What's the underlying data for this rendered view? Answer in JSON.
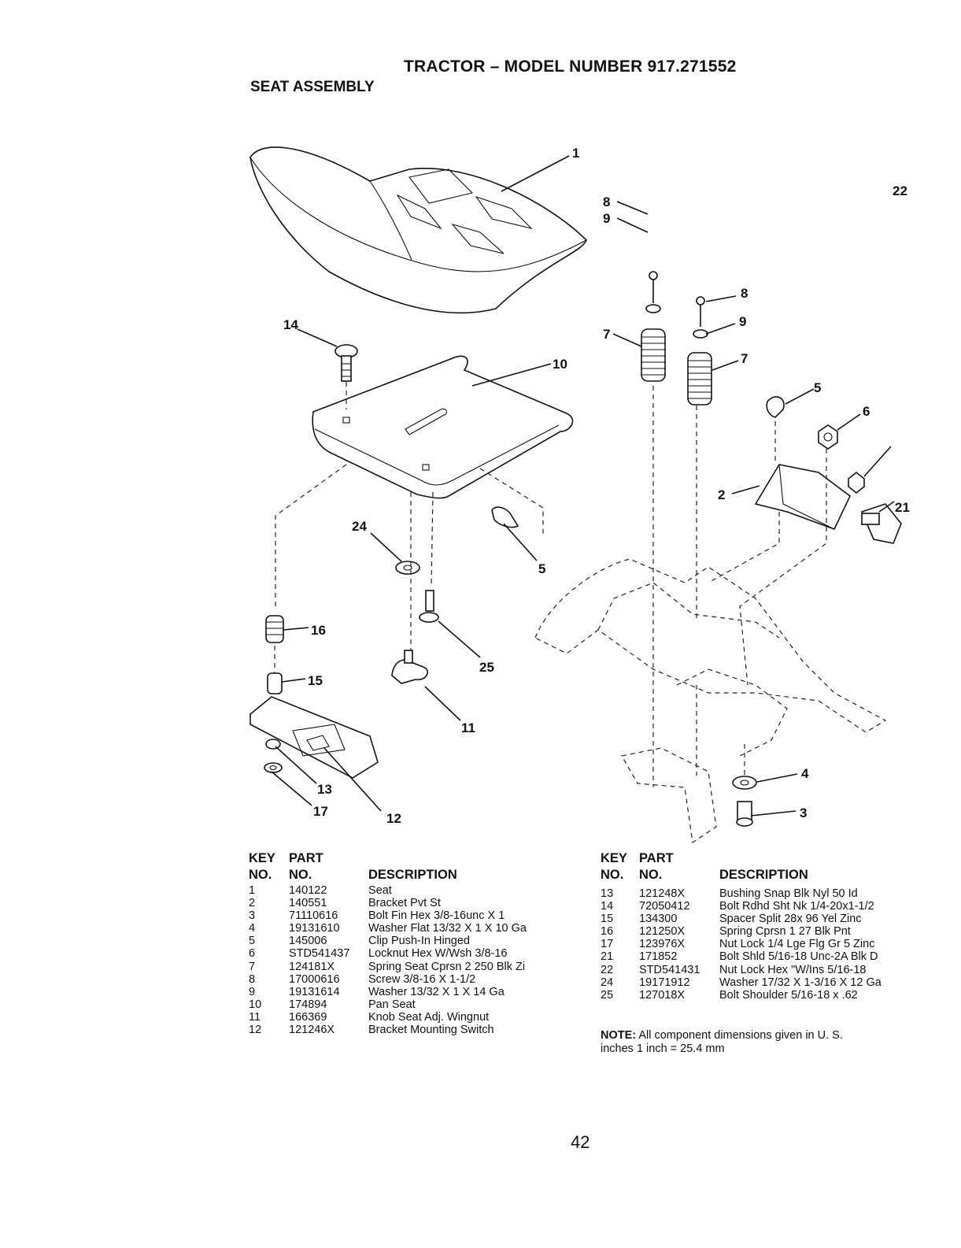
{
  "header": {
    "title": "TRACTOR – MODEL NUMBER 917.271552",
    "subtitle": "SEAT ASSEMBLY"
  },
  "diagram": {
    "callouts": [
      "1",
      "2",
      "3",
      "4",
      "5",
      "5",
      "6",
      "7",
      "7",
      "8",
      "8",
      "9",
      "9",
      "10",
      "11",
      "12",
      "13",
      "14",
      "15",
      "16",
      "17",
      "21",
      "22",
      "24",
      "25"
    ]
  },
  "table_headers": {
    "key": "KEY",
    "no": "NO.",
    "part": "PART",
    "part_no": "NO.",
    "description": "DESCRIPTION"
  },
  "parts_left": [
    {
      "key": "1",
      "part": "140122",
      "desc": "Seat"
    },
    {
      "key": "2",
      "part": "140551",
      "desc": "Bracket Pvt St"
    },
    {
      "key": "3",
      "part": "71110616",
      "desc": "Bolt Fin Hex 3/8-16unc X 1"
    },
    {
      "key": "4",
      "part": "19131610",
      "desc": "Washer Flat 13/32 X 1 X 10 Ga"
    },
    {
      "key": "5",
      "part": "145006",
      "desc": "Clip Push-In Hinged"
    },
    {
      "key": "6",
      "part": "STD541437",
      "desc": "Locknut Hex W/Wsh  3/8-16"
    },
    {
      "key": "7",
      "part": "124181X",
      "desc": "Spring Seat Cprsn 2 250 Blk Zi"
    },
    {
      "key": "8",
      "part": "17000616",
      "desc": "Screw 3/8-16 X 1-1/2"
    },
    {
      "key": "9",
      "part": "19131614",
      "desc": "Washer 13/32 X 1 X 14 Ga"
    },
    {
      "key": "10",
      "part": "174894",
      "desc": "Pan Seat"
    },
    {
      "key": "11",
      "part": "166369",
      "desc": "Knob Seat Adj. Wingnut"
    },
    {
      "key": "12",
      "part": "121246X",
      "desc": "Bracket Mounting Switch"
    }
  ],
  "parts_right": [
    {
      "key": "13",
      "part": "121248X",
      "desc": "Bushing Snap Blk Nyl 50 Id"
    },
    {
      "key": "14",
      "part": "72050412",
      "desc": "Bolt Rdhd Sht Nk 1/4-20x1-1/2"
    },
    {
      "key": "15",
      "part": "134300",
      "desc": "Spacer Split 28x 96 Yel Zinc"
    },
    {
      "key": "16",
      "part": "121250X",
      "desc": "Spring Cprsn 1 27 Blk Pnt"
    },
    {
      "key": "17",
      "part": "123976X",
      "desc": "Nut Lock 1/4 Lge Flg Gr 5 Zinc"
    },
    {
      "key": "21",
      "part": "171852",
      "desc": "Bolt Shld 5/16-18 Unc-2A Blk D"
    },
    {
      "key": "22",
      "part": "STD541431",
      "desc": "Nut Lock Hex \"W/Ins  5/16-18"
    },
    {
      "key": "24",
      "part": "19171912",
      "desc": "Washer 17/32 X 1-3/16 X 12 Ga"
    },
    {
      "key": "25",
      "part": "127018X",
      "desc": "Bolt Shoulder 5/16-18 x .62"
    }
  ],
  "note": {
    "label": "NOTE:",
    "line1": "All component dimensions given in U. S.",
    "line2": "inches 1 inch = 25.4 mm"
  },
  "page_number": "42"
}
